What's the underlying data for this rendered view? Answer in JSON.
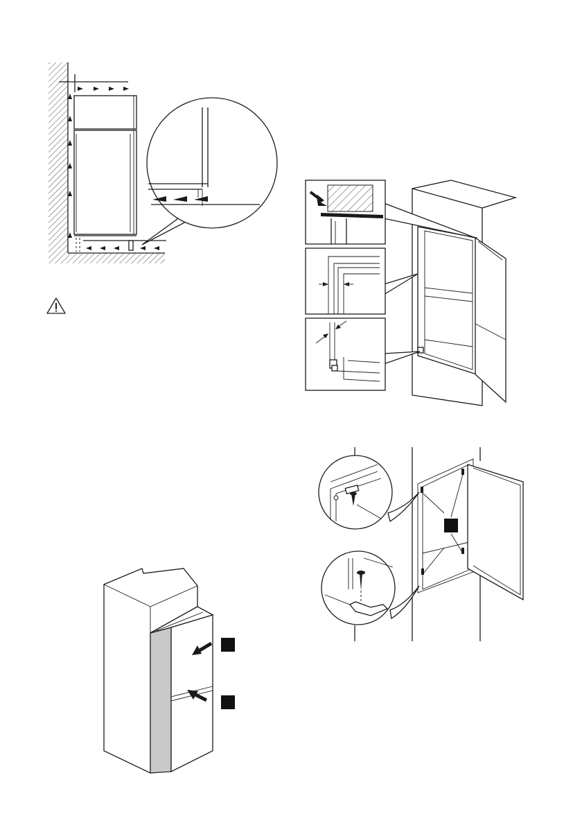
{
  "figures": {
    "ventilation": {
      "icon": "ventilation-diagram"
    },
    "warning": {
      "icon": "warning-triangle-icon"
    },
    "door_alignment": {
      "icon": "door-alignment-diagram"
    },
    "door_push": {
      "icon": "door-push-diagram"
    },
    "hinge_screws": {
      "icon": "hinge-screws-diagram"
    }
  },
  "colors": {
    "line": "#1a1a1a",
    "marker": "#111111",
    "panel_grey": "#c9c9c9",
    "background": "#ffffff"
  }
}
